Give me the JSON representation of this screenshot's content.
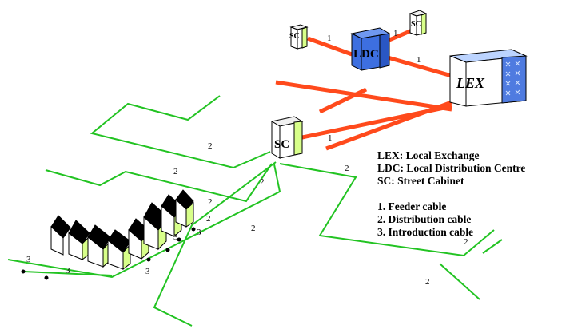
{
  "labels": {
    "lex": "LEX",
    "ldc": "LDC",
    "sc": "SC",
    "cable_feeder": "1",
    "cable_distribution": "2",
    "cable_introduction": "3"
  },
  "legend": {
    "abbreviations": [
      "LEX: Local Exchange",
      "LDC: Local Distribution Centre",
      "SC: Street Cabinet"
    ],
    "cables": [
      "1. Feeder cable",
      "2. Distribution cable",
      "3. Introduction cable"
    ]
  },
  "colors": {
    "feeder": "#ff4a1c",
    "distribution": "#22c322",
    "ldc": "#3d6fe0",
    "lex_side": "#4f7be0",
    "cabinet_side": "#d8ff8a",
    "house_roof": "#000000"
  }
}
